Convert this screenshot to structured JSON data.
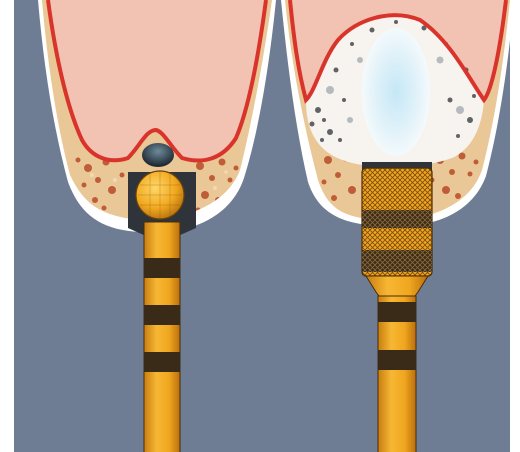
{
  "figure": {
    "panels": [
      {
        "id": "left",
        "tool": "ball-bur"
      },
      {
        "id": "right",
        "tool": "cylindrical-bur"
      }
    ],
    "colors": {
      "background": "#6f7d94",
      "gingiva": "#f2c3b2",
      "margin_line": "#d9342b",
      "sinus_membrane": "#f7f3ef",
      "bone_base": "#e7c18f",
      "bone_spots": "#b84a2a",
      "shaft_gold": "#f0a61f",
      "shaft_band": "#3a2a18",
      "sleeve": "#2f343a",
      "frame_white": "#ffffff",
      "dark_fluid": "#2e3b46",
      "saline_blue": "#bfe6f7"
    }
  }
}
